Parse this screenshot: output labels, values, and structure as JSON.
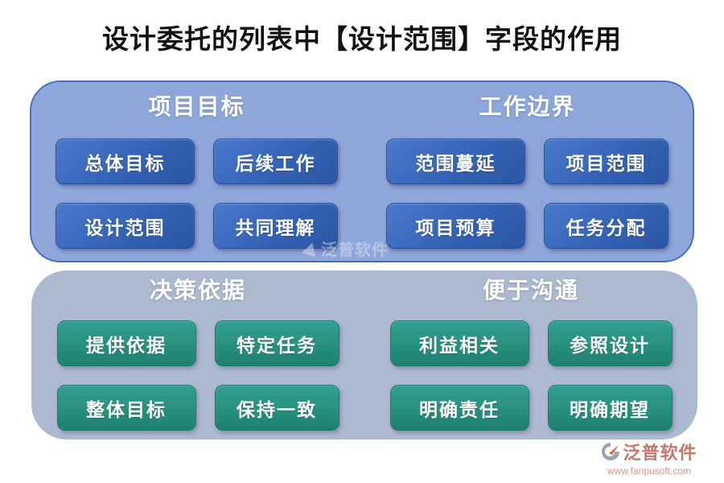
{
  "title": "设计委托的列表中【设计范围】字段的作用",
  "panels": [
    {
      "style": "blue",
      "sections": [
        {
          "header": "项目目标",
          "buttons": [
            "总体目标",
            "后续工作",
            "设计范围",
            "共同理解"
          ]
        },
        {
          "header": "工作边界",
          "buttons": [
            "范围蔓延",
            "项目范围",
            "项目预算",
            "任务分配"
          ]
        }
      ]
    },
    {
      "style": "green",
      "sections": [
        {
          "header": "决策依据",
          "buttons": [
            "提供依据",
            "特定任务",
            "整体目标",
            "保持一致"
          ]
        },
        {
          "header": "便于沟通",
          "buttons": [
            "利益相关",
            "参照设计",
            "明确责任",
            "明确期望"
          ]
        }
      ]
    }
  ],
  "watermark": {
    "text": "泛普软件"
  },
  "branding": {
    "logo_text": "泛普软件",
    "logo_url": "www.fanpusoft.com"
  },
  "colors": {
    "title_text": "#111111",
    "panel_blue_bg": "#8fa6da",
    "panel_blue_border": "#4472c4",
    "panel_gray_bg": "#adb9d0",
    "button_blue": "#3462b4",
    "button_green": "#27907f",
    "header_text": "#ffffff",
    "brand_text": "#c5776b",
    "brand_url": "#d9938a",
    "brand_icon_gray": "#9aa3b2",
    "brand_icon_orange": "#d2694e"
  }
}
